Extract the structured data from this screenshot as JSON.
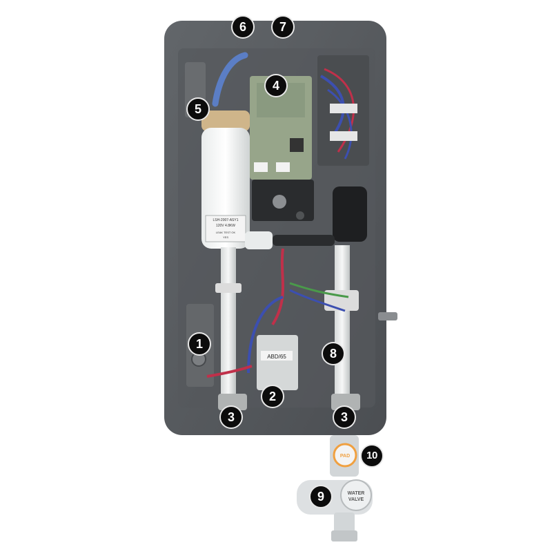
{
  "figure": {
    "callouts": [
      {
        "id": "c1",
        "label": "1"
      },
      {
        "id": "c2",
        "label": "2"
      },
      {
        "id": "c3a",
        "label": "3"
      },
      {
        "id": "c3b",
        "label": "3"
      },
      {
        "id": "c4",
        "label": "4"
      },
      {
        "id": "c5",
        "label": "5"
      },
      {
        "id": "c6",
        "label": "6"
      },
      {
        "id": "c7",
        "label": "7"
      },
      {
        "id": "c8",
        "label": "8"
      },
      {
        "id": "c9",
        "label": "9"
      },
      {
        "id": "c10",
        "label": "10"
      }
    ],
    "component_text": {
      "element_label_line1": "LSH-2007-ASY1",
      "element_label_line2": "120V 4.8KW",
      "element_label_line3": "LEAK TEST OK",
      "element_label_line4": "YES",
      "bracket_label": "ABD/65",
      "valve_text_line1": "WATER",
      "valve_text_line2": "VALVE",
      "pad_label": "PAD"
    },
    "colors": {
      "housing": "#5a5d60",
      "housing_dark": "#3f4245",
      "badge_fill": "#0c0c0c",
      "badge_text": "#ffffff",
      "wire_red": "#c0304a",
      "wire_blue": "#3c4fb0",
      "wire_green": "#4a9a4a",
      "pad_orange": "#f0a040"
    }
  }
}
